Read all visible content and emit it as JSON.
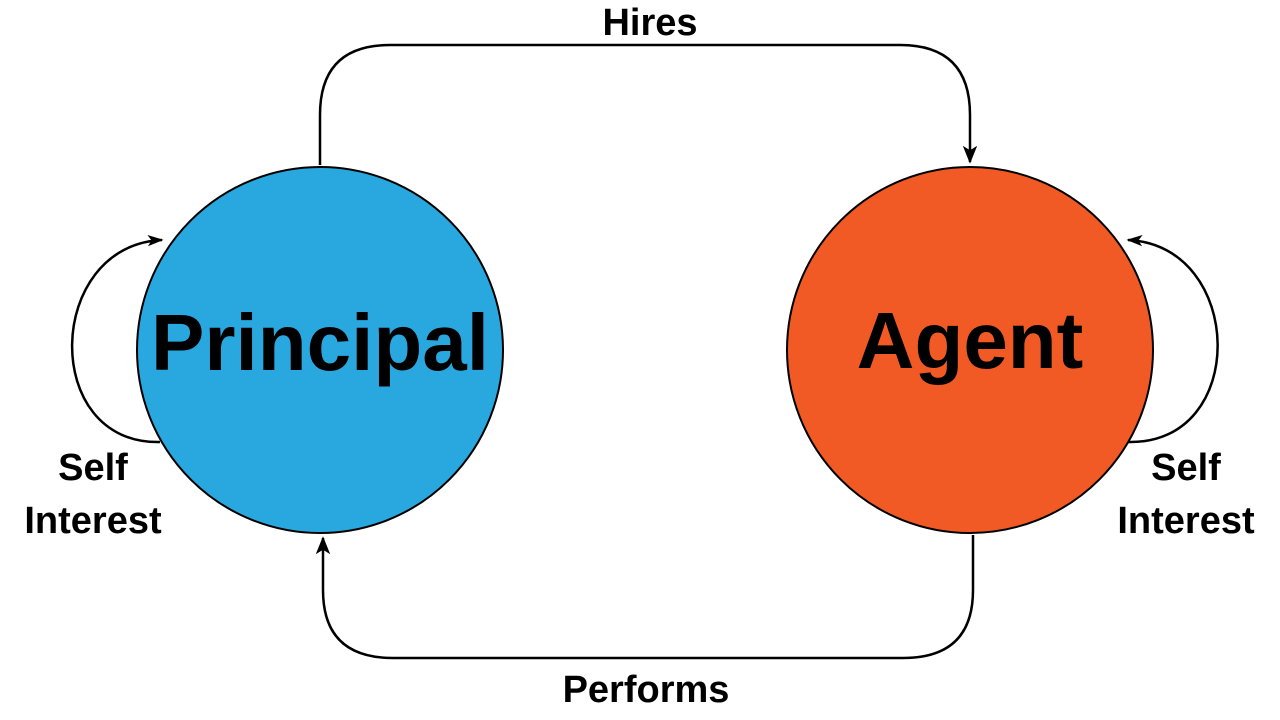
{
  "nodes": {
    "principal": {
      "label": "Principal",
      "fill": "#29a8e0"
    },
    "agent": {
      "label": "Agent",
      "fill": "#f15a24"
    }
  },
  "edges": {
    "hires": {
      "label": "Hires"
    },
    "performs": {
      "label": "Performs"
    },
    "principal_self": {
      "line1": "Self",
      "line2": "Interest"
    },
    "agent_self": {
      "line1": "Self",
      "line2": "Interest"
    }
  },
  "colors": {
    "stroke": "#000000",
    "background": "#ffffff"
  }
}
